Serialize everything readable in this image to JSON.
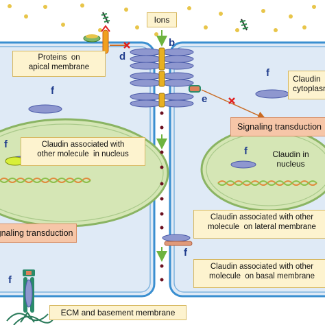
{
  "labels": {
    "ions": "Ions",
    "proteins_apical": "Proteins  on\napical membrane",
    "claudin_cytoplasm": "Claudin\ncytoplasm",
    "signaling_right": "Signaling transduction",
    "claudin_assoc_nucleus": "Claudin associated with\nother molecule  in nucleus",
    "claudin_in_nucleus": "Claudin in\nnucleus",
    "claudin_lateral": "Claudin associated with other\nmolecule  on lateral membrane",
    "signaling_left": "Signaling transduction",
    "claudin_basal": "Claudin associated with other\nmolecule  on basal membrane",
    "ecm": "ECM and basement membrane"
  },
  "letters": {
    "b": "b",
    "d": "d",
    "e": "e",
    "f": "f"
  },
  "colors": {
    "cell_fill": "#dfeaf6",
    "membrane": "#3a8fd0",
    "nucleus_fill": "#d5e6b5",
    "nucleus_edge": "#8ab463",
    "claudin": "#8e97cf",
    "junction_protein": "#e8b020",
    "label_box": "#fdf3cf",
    "signal_box": "#f6c6a8",
    "arrow": "#c96a22",
    "block_cross": "#e02020",
    "transport_arrow": "#6db33f",
    "extracellular_dot": "#e8c54a"
  }
}
